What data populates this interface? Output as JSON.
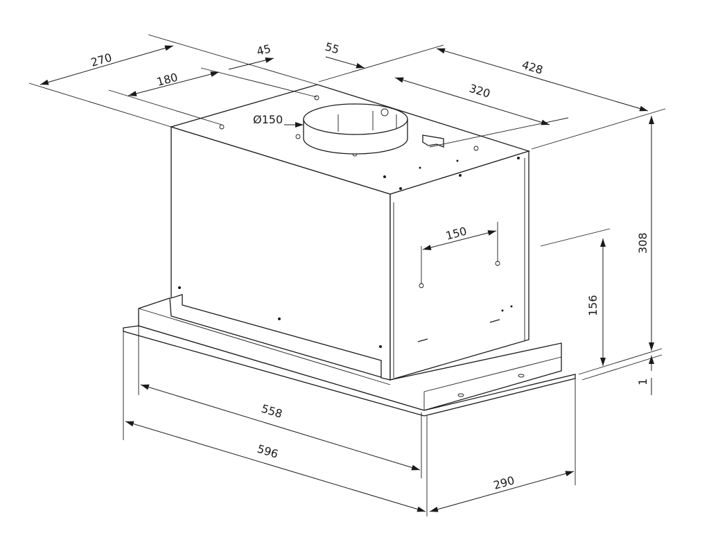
{
  "drawing": {
    "title": "Built-in cooker hood dimension drawing",
    "dimensions": {
      "d270": "270",
      "d180": "180",
      "d45": "45",
      "d55": "55",
      "d428": "428",
      "d320": "320",
      "duct": "Ø150",
      "d150": "150",
      "d308": "308",
      "d156": "156",
      "d1": "1",
      "d558": "558",
      "d596": "596",
      "d290": "290"
    }
  }
}
